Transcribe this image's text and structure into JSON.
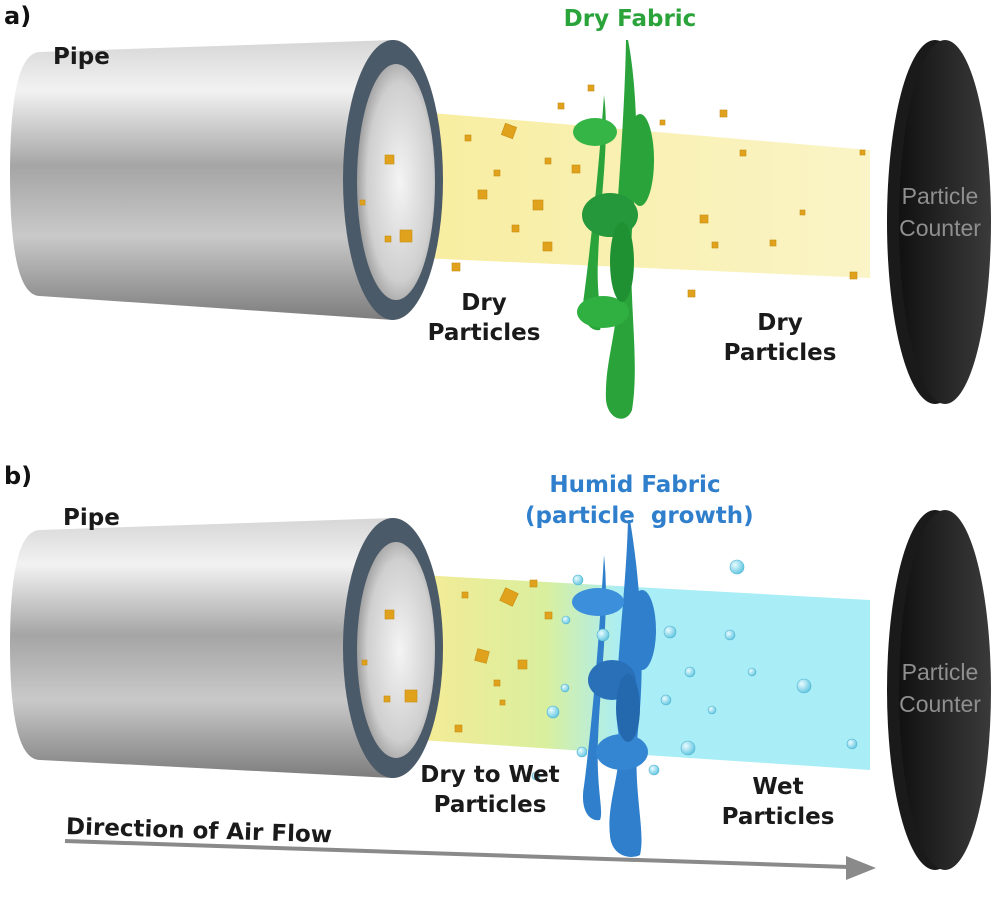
{
  "panels": [
    {
      "letter": "a)",
      "pipe_label": "Pipe",
      "fabric_label_lines": [
        "Dry Fabric"
      ],
      "left_particles_lines": [
        "Dry",
        "Particles"
      ],
      "right_particles_lines": [
        "Dry",
        "Particles"
      ],
      "counter_lines": [
        "Particle",
        "Counter"
      ]
    },
    {
      "letter": "b)",
      "pipe_label": "Pipe",
      "fabric_label_lines": [
        "Humid Fabric",
        "(particle  growth)"
      ],
      "left_particles_lines": [
        "Dry to Wet",
        "Particles"
      ],
      "right_particles_lines": [
        "Wet",
        "Particles"
      ],
      "counter_lines": [
        "Particle",
        "Counter"
      ]
    }
  ],
  "airflow_label": "Direction of Air Flow",
  "colors": {
    "dry_fabric": "#2aa43a",
    "humid_fabric": "#2f7fcc",
    "dry_beam": "#f7ec9a",
    "wet_beam": "#a9eef7",
    "dry_particle": "#e0a21c",
    "wet_particle": "#6fd0e8",
    "counter": "#2b2b2b",
    "pipe": "#a9a9a9"
  }
}
